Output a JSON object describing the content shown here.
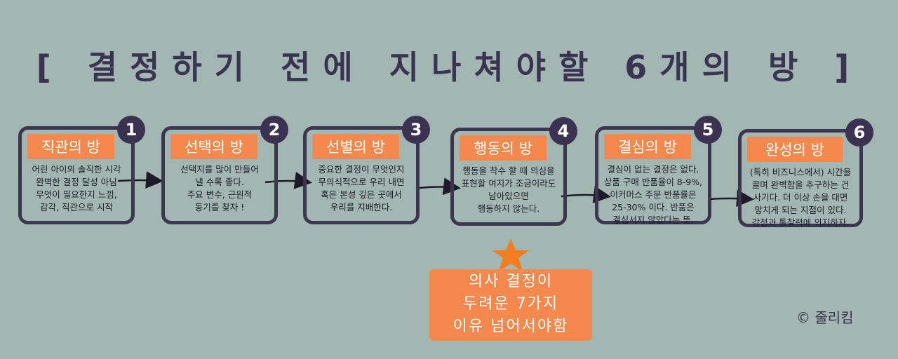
{
  "title": "[ 결정하기 전에 지나쳐야할 6개의 방 ]",
  "rooms": [
    {
      "num": "1",
      "label": "직관의 방",
      "desc": "어린 아이의 솔직한 시각\n완벽한 결정 달성 아님\n무엇이 필요한지 느낌,\n감각, 직관으로 시작"
    },
    {
      "num": "2",
      "label": "선택의 방",
      "desc": "선택지를 많이 만들어\n낼 수록 좋다.\n주요 변수, 근원적\n동기를 찾자 !"
    },
    {
      "num": "3",
      "label": "선별의 방",
      "desc": "중요한 결정이 무엇인지\n무의식적으로 우리 내면\n혹은 본성 깊은 곳에서\n우리를 지배한다."
    },
    {
      "num": "4",
      "label": "행동의 방",
      "desc": "행동을 착수 할 때 의심을\n표현할 여지가 조금이라도\n남아있으면\n행동하지 않는다."
    },
    {
      "num": "5",
      "label": "결심의 방",
      "desc": "결심이 없는 결정은 없다.\n상품 구매 반품율이 8-9%,\n이커머스 주문 반품률은\n25-30% 이다. 반품은\n결심서지 않았다는 뜻."
    },
    {
      "num": "6",
      "label": "완성의 방",
      "desc": "(특히 비즈니스에서) 시간을\n끌며 완벽함을 추구하는 건\n사기다. 더 이상 손을 대면\n망치게 되는 지점이 있다.\n감정과 통찰력에 의지하자."
    }
  ],
  "callout": "의사 결정이\n두려운 7가지\n이유 넘어서야함",
  "copyright": "© 줄리킴",
  "colors": {
    "background": "#a3b7b2",
    "accent": "#f4884d",
    "ink": "#3b3251"
  }
}
